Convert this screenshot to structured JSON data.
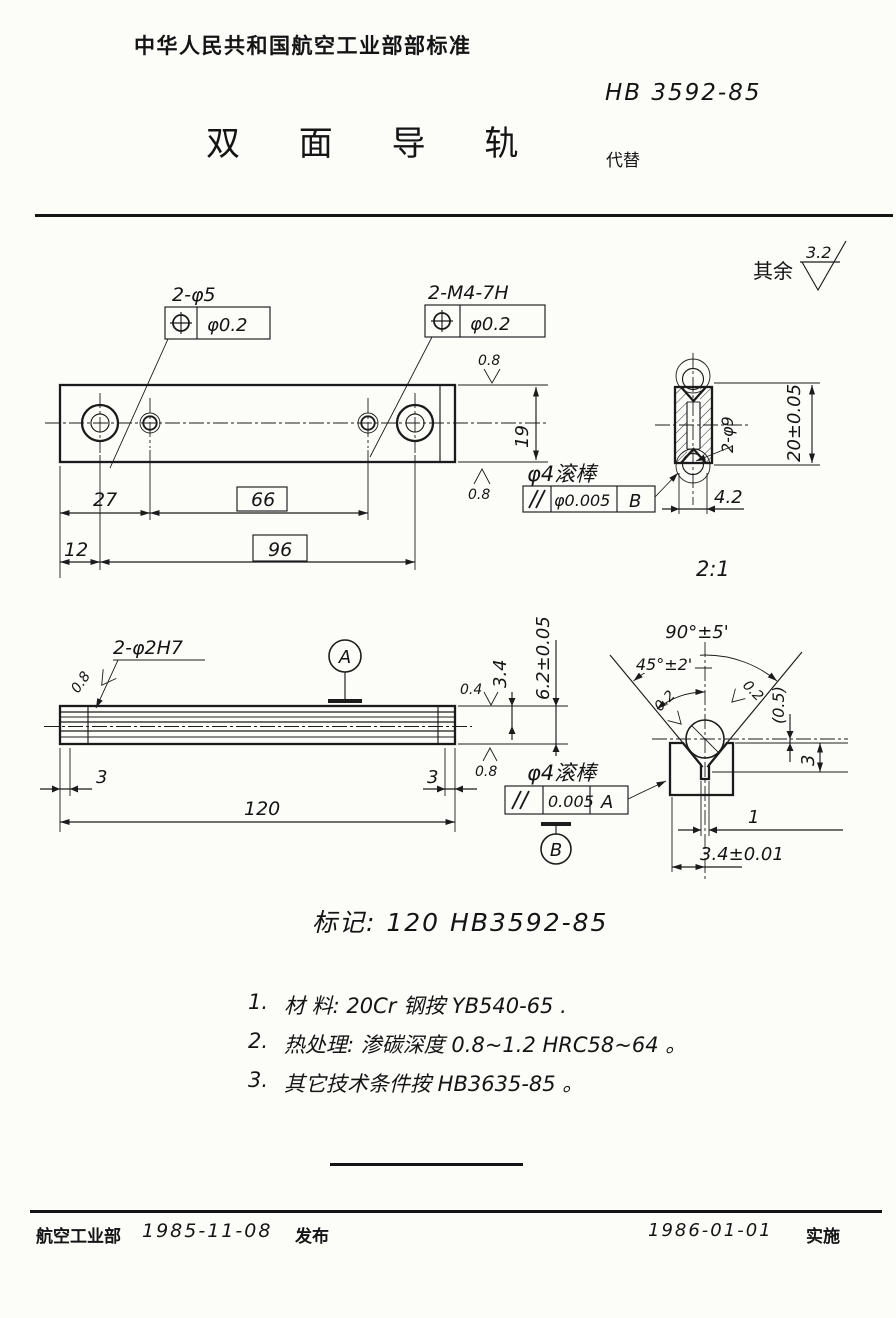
{
  "page": {
    "standard_header": "中华人民共和国航空工业部部标准",
    "doc_number": "HB 3592-85",
    "title": "双 面 导 轨",
    "replaces_label": "代替"
  },
  "general": {
    "others_label": "其余",
    "others_roughness": "3.2"
  },
  "top_view": {
    "callout_left": "2-φ5",
    "callout_left_tol": "φ0.2",
    "callout_right": "2-M4-7H",
    "callout_right_tol": "φ0.2",
    "rough_top": "0.8",
    "rough_bottom": "0.8",
    "dim_19": "19",
    "dim_27": "27",
    "dim_66": "66",
    "dim_12": "12",
    "dim_96": "96",
    "roller_label": "φ4滚棒",
    "tol_value": "φ0.005",
    "tol_datum": "B"
  },
  "section_view": {
    "dim_bore": "2-φ9",
    "dim_height": "20±0.05",
    "dim_offset": "4.2",
    "scale": "2:1"
  },
  "side_view": {
    "callout": "2-φ2H7",
    "rough_leader": "0.8",
    "datum_a": "A",
    "rough_04": "0.4",
    "dim_34": "3.4",
    "dim_62": "6.2±0.05",
    "rough_08": "0.8",
    "dim_3_left": "3",
    "dim_3_right": "3",
    "dim_120": "120",
    "roller_label": "φ4滚棒",
    "tol_value": "0.005",
    "tol_datum": "A",
    "datum_b": "B"
  },
  "detail_view": {
    "angle_90": "90°±5'",
    "angle_45": "45°±2'",
    "rough_left": "0.2",
    "rough_right": "0.2",
    "dim_gap": "(0.5)",
    "dim_3": "3",
    "dim_1": "1",
    "dim_34": "3.4±0.01"
  },
  "mark": {
    "label": "标记: 120  HB3592-85"
  },
  "notes": [
    {
      "num": "1.",
      "text": "材 料: 20Cr 钢按 YB540-65 ."
    },
    {
      "num": "2.",
      "text": "热处理: 渗碳深度 0.8~1.2  HRC58~64 。"
    },
    {
      "num": "3.",
      "text": "其它技术条件按 HB3635-85 。"
    }
  ],
  "footer": {
    "issuer": "航空工业部",
    "issue_date": "1985-11-08",
    "publish_label": "发布",
    "effective_date": "1986-01-01",
    "implement_label": "实施"
  }
}
